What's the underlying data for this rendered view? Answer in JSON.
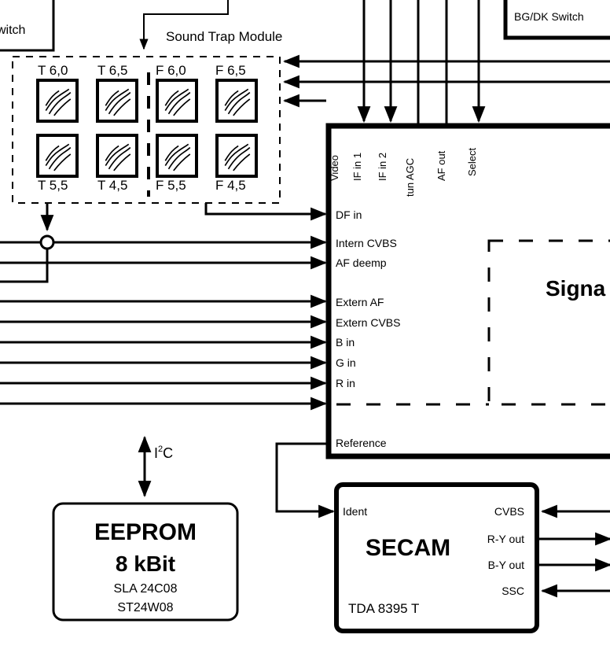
{
  "switch_box": {
    "label": "witch"
  },
  "bgdk_switch": {
    "label": "BG/DK Switch"
  },
  "sound_trap": {
    "title": "Sound Trap Module",
    "top_filters": [
      "T 6,0",
      "T 6,5",
      "F 6,0",
      "F 6,5"
    ],
    "bottom_filters": [
      "T 5,5",
      "T 4,5",
      "F 5,5",
      "F 4,5"
    ]
  },
  "signal_block": {
    "title": "Signa",
    "top_pins": [
      "Video",
      "IF in 1",
      "IF in 2",
      "tun  AGC",
      "AF out",
      "Select"
    ],
    "left_pins": [
      "DF in",
      "Intern CVBS",
      "AF deemp",
      "Extern AF",
      "Extern CVBS",
      "B in",
      "G in",
      "R in"
    ],
    "reference": "Reference"
  },
  "i2c": {
    "label": "I",
    "sup": "2",
    "suffix": "C"
  },
  "eeprom": {
    "title": "EEPROM",
    "size": "8 kBit",
    "part1": "SLA 24C08",
    "part2": "ST24W08"
  },
  "secam": {
    "title": "SECAM",
    "part": "TDA 8395 T",
    "pin_ident": "Ident",
    "pin_cvbs": "CVBS",
    "pin_ry": "R-Y out",
    "pin_by": "B-Y out",
    "pin_ssc": "SSC"
  }
}
